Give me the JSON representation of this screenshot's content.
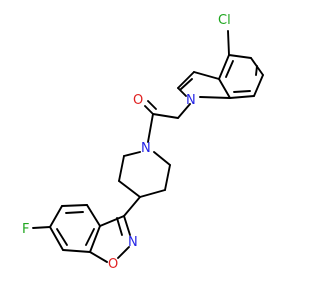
{
  "molecule": {
    "atoms": {
      "chlorine": "Cl",
      "oxygen_carbonyl": "O",
      "nitrogen_indole": "N",
      "nitrogen_piperidine": "N",
      "nitrogen_isoxazole": "N",
      "oxygen_isoxazole": "O",
      "fluorine": "F"
    }
  },
  "colors": {
    "bond": "#000000",
    "chlorine": "#1fa61f",
    "oxygen": "#e02020",
    "nitrogen": "#2424e6",
    "fluorine": "#1fa61f"
  }
}
